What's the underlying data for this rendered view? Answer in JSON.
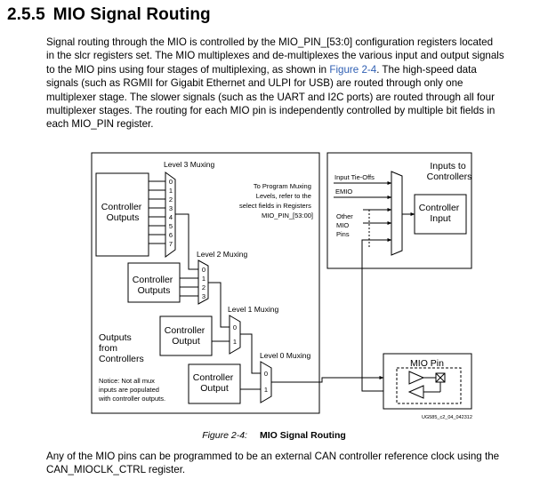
{
  "section": {
    "number": "2.5.5",
    "title": "MIO Signal Routing"
  },
  "para1": {
    "lines": [
      "Signal routing through the MIO is controlled by the MIO_PIN_[53:0] configuration registers located",
      "in the slcr registers set. The MIO multiplexes and de-multiplexes the various input and output signals",
      "multiplexer stage. The slower signals (such as the UART and I2C ports) are routed through all four",
      "multiplexer stages. The routing for each MIO pin is independently controlled by multiple bit fields in",
      "each MIO_PIN register."
    ],
    "line3_pre": "to the MIO pins using four stages of multiplexing, as shown in ",
    "figure_link": "Figure 2-4",
    "line3_post": ". The high-speed data",
    "line4": "signals (such as RGMII for Gigabit Ethernet and ULPI for USB) are routed through only one"
  },
  "figure": {
    "labels": {
      "level3": "Level 3 Muxing",
      "level2": "Level 2 Muxing",
      "level1": "Level 1 Muxing",
      "level0": "Level 0 Muxing",
      "ctrl_outputs": [
        "Controller",
        "Outputs"
      ],
      "ctrl_output": [
        "Controller",
        "Output"
      ],
      "ctrl_input": [
        "Controller",
        "Input"
      ],
      "program_note": [
        "To Program Muxing",
        "Levels, refer to the",
        "select fields in Registers",
        "MIO_PIN_[53:00]"
      ],
      "outputs_from": [
        "Outputs",
        "from",
        "Controllers"
      ],
      "notice": [
        "Notice: Not all mux",
        "inputs are populated",
        "with controller outputs."
      ],
      "inputs_to": [
        "Inputs to",
        "Controllers"
      ],
      "input_tieoffs": "Input Tie-Offs",
      "emio": "EMIO",
      "other_mio_pins": [
        "Other",
        "MIO",
        "Pins"
      ],
      "mio_pin": "MIO Pin",
      "figure_id": "UG585_c2_04_042312",
      "mux3_inputs": [
        "0",
        "1",
        "2",
        "3",
        "4",
        "5",
        "6",
        "7"
      ],
      "mux2_inputs": [
        "0",
        "1",
        "2",
        "3"
      ],
      "mux_bin_inputs": [
        "0",
        "1"
      ]
    }
  },
  "caption": {
    "label": "Figure 2-4:",
    "title": "MIO Signal Routing"
  },
  "para2": {
    "lines": [
      "Any of the MIO pins can be programmed to be an external CAN controller reference clock using the",
      "CAN_MIOCLK_CTRL register."
    ]
  }
}
